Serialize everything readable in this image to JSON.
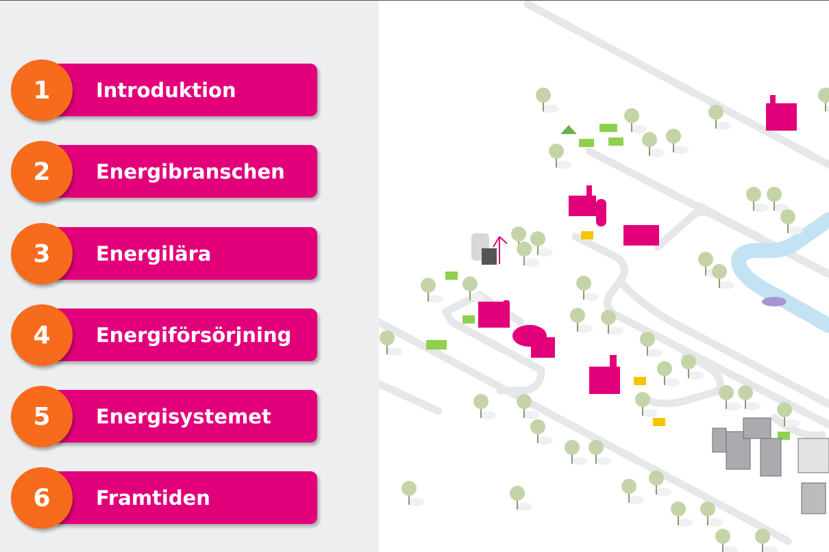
{
  "menu": {
    "items": [
      {
        "number": "1",
        "label": "Introduktion"
      },
      {
        "number": "2",
        "label": "Energibranschen"
      },
      {
        "number": "3",
        "label": "Energilära"
      },
      {
        "number": "4",
        "label": "Energiförsörjning"
      },
      {
        "number": "5",
        "label": "Energisystemet"
      },
      {
        "number": "6",
        "label": "Framtiden"
      }
    ]
  },
  "colors": {
    "accent": "#e2007a",
    "number_badge": "#f76b1c",
    "sidebar_bg": "#edeef0"
  }
}
